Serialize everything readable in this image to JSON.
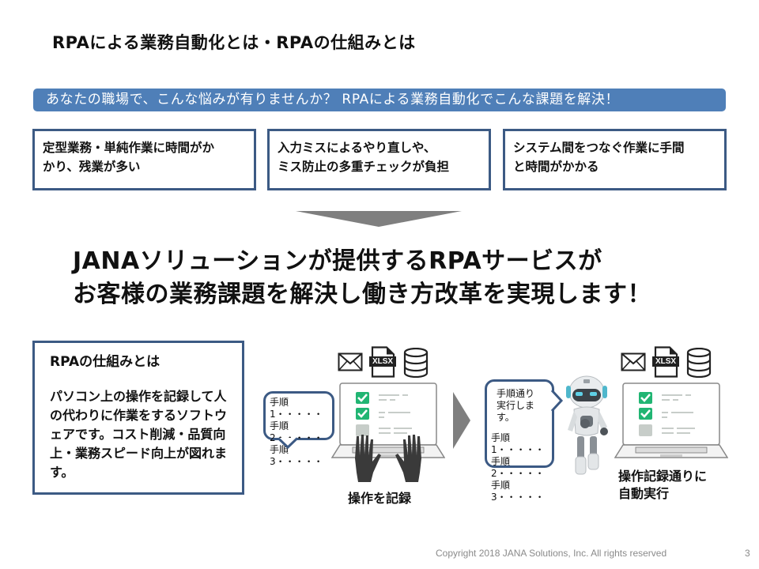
{
  "slide": {
    "title": "RPAによる業務自動化とは・RPAの仕組みとは",
    "banner": "あなたの職場で、こんな悩みが有りませんか？ RPAによる業務自動化でこんな課題を解決！",
    "problems": [
      {
        "line1": "定型業務・単純作業に時間がか",
        "line2": "かり、残業が多い"
      },
      {
        "line1": "入力ミスによるやり直しや、",
        "line2": "ミス防止の多重チェックが負担"
      },
      {
        "line1": "システム間をつなぐ作業に手間",
        "line2": "と時間がかかる"
      }
    ],
    "headline": {
      "line1": "JANAソリューションが提供するRPAサービスが",
      "line2": "お客様の業務課題を解決し働き方改革を実現します！"
    },
    "rpa_box": {
      "title": "RPAの仕組みとは",
      "body": "パソコン上の操作を記録して人の代わりに作業をするソフトウェアです。コスト削減・品質向上・業務スピード向上が図れます。"
    },
    "record_section": {
      "bubble_lines": [
        "手順1・・・・・",
        "手順2・・・・・",
        "手順3・・・・・"
      ],
      "caption": "操作を記録",
      "file_label": "XLSX"
    },
    "execute_section": {
      "bubble_intro_1": "手順通り",
      "bubble_intro_2": "実行します。",
      "bubble_lines": [
        "手順1・・・・・",
        "手順2・・・・・",
        "手順3・・・・・"
      ],
      "caption_1": "操作記録通りに",
      "caption_2": "自動実行",
      "file_label": "XLSX"
    },
    "footer": {
      "copyright": "Copyright 2018 JANA Solutions, Inc. All rights reserved",
      "page_number": "3"
    }
  },
  "colors": {
    "banner": "#4f7fb8",
    "box_border": "#3c5a84",
    "arrow": "#7f7f7f",
    "check_green": "#21b573",
    "unchecked_gray": "#c7cdc9"
  }
}
